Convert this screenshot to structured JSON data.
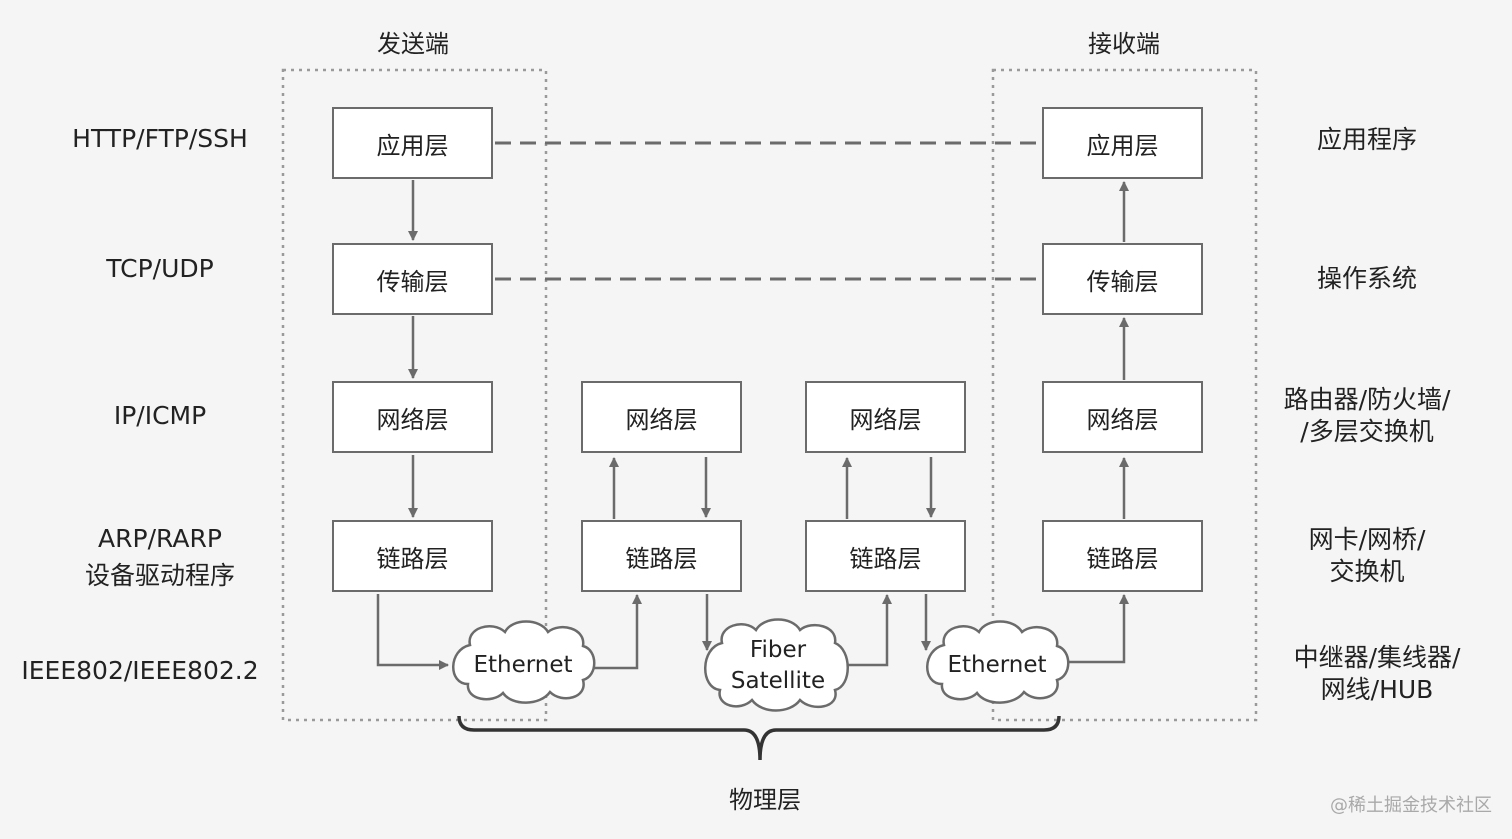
{
  "headers": {
    "sender": "发送端",
    "receiver": "接收端"
  },
  "protocols": {
    "app": "HTTP/FTP/SSH",
    "transport": "TCP/UDP",
    "network": "IP/ICMP",
    "link_line1": "ARP/RARP",
    "link_line2": "设备驱动程序",
    "physical": "IEEE802/IEEE802.2"
  },
  "roles": {
    "app": "应用程序",
    "transport": "操作系统",
    "network_line1": "路由器/防火墙/",
    "network_line2": "/多层交换机",
    "link_line1": "网卡/网桥/",
    "link_line2": "交换机",
    "physical_line1": "中继器/集线器/",
    "physical_line2": "网线/HUB"
  },
  "layers": {
    "app": "应用层",
    "transport": "传输层",
    "network": "网络层",
    "link": "链路层"
  },
  "media": {
    "ethernet": "Ethernet",
    "fiber_line1": "Fiber",
    "fiber_line2": "Satellite"
  },
  "physical_layer": "物理层",
  "watermark": "@稀土掘金技术社区",
  "colors": {
    "background": "#f5f5f5",
    "box_border": "#6b6b6b",
    "connector": "#6b6b6b",
    "dotted_border": "#9a9a9a",
    "text": "#222222"
  }
}
